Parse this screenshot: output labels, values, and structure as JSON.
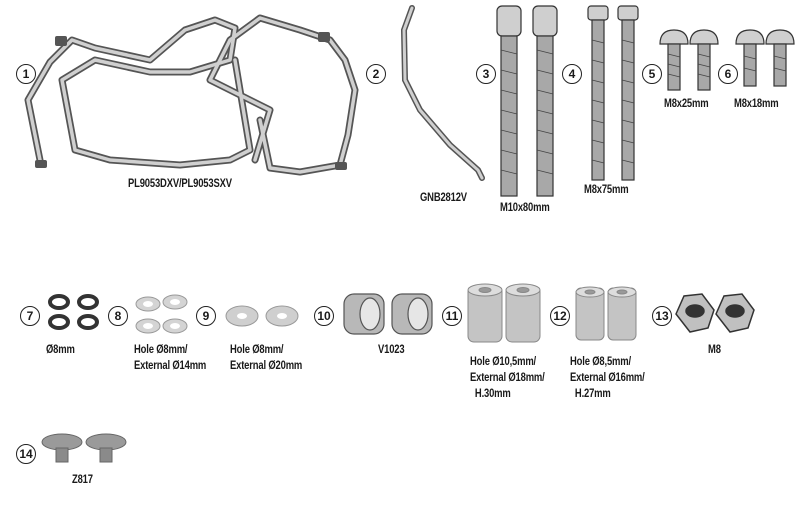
{
  "parts": [
    {
      "number": "1",
      "code": "PL9053DXV/PL9053SXV"
    },
    {
      "number": "2",
      "code": "GNB2812V"
    },
    {
      "number": "3",
      "code": "M10x80mm"
    },
    {
      "number": "4",
      "code": "M8x75mm"
    },
    {
      "number": "5",
      "code": "M8x25mm"
    },
    {
      "number": "6",
      "code": "M8x18mm"
    },
    {
      "number": "7",
      "code": "Ø8mm"
    },
    {
      "number": "8",
      "lines": [
        "Hole Ø8mm/",
        "External Ø14mm"
      ]
    },
    {
      "number": "9",
      "lines": [
        "Hole Ø8mm/",
        "External Ø20mm"
      ]
    },
    {
      "number": "10",
      "code": "V1023"
    },
    {
      "number": "11",
      "lines": [
        "Hole Ø10,5mm/",
        "External Ø18mm/",
        "H.30mm"
      ]
    },
    {
      "number": "12",
      "lines": [
        "Hole Ø8,5mm/",
        "External Ø16mm/",
        "H.27mm"
      ]
    },
    {
      "number": "13",
      "code": "M8"
    },
    {
      "number": "14",
      "code": "Z817"
    }
  ],
  "colors": {
    "metal": "#9a9a9a",
    "metal_light": "#c8c8c8",
    "line": "#222222"
  }
}
